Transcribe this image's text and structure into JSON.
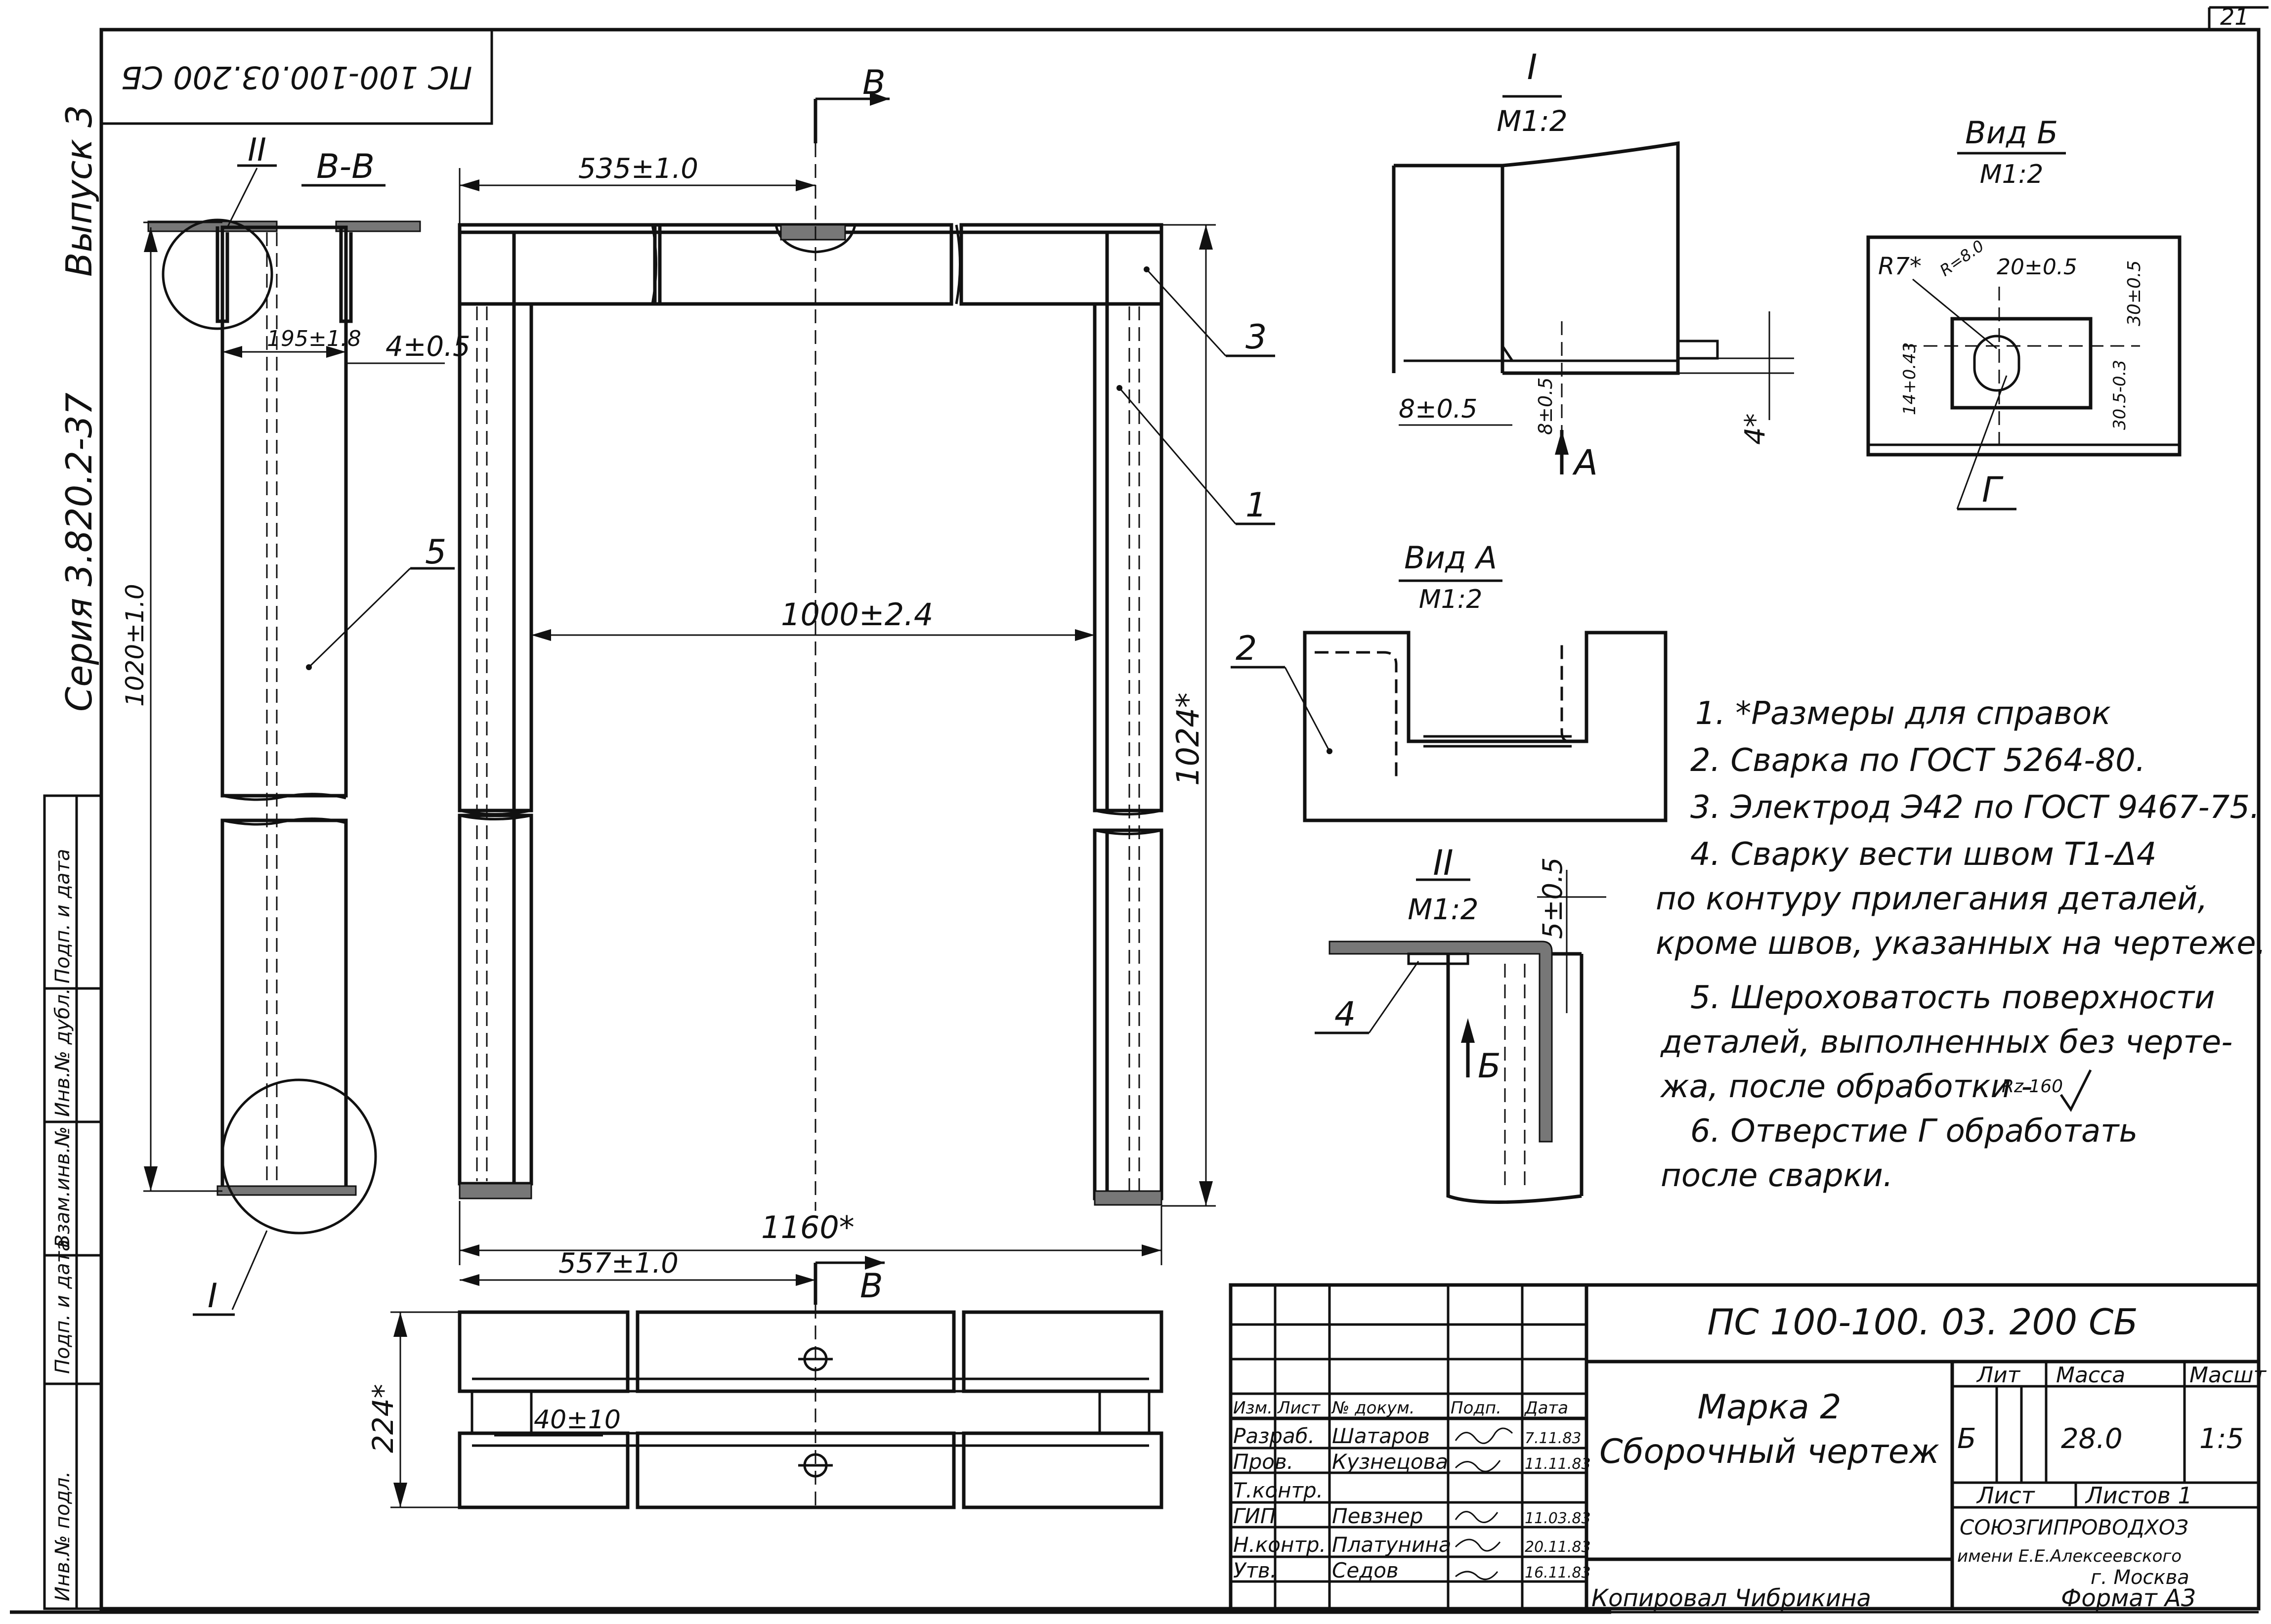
{
  "sheet": {
    "page_number": "21",
    "rotated_code": "ПС 100-100.03.200 СБ",
    "series": "Серия 3.820.2-37",
    "issue": "Выпуск 3",
    "left_strip": [
      "Инв.№ подл.",
      "Подп. и дата",
      "Взам.инв.№",
      "Инв.№ дубл.",
      "Подп. и дата"
    ]
  },
  "views": {
    "section_bb": "В-В",
    "section_mark_b": "В",
    "section_mark_b2": "В",
    "detail1_title": "I",
    "detail1_scale": "М1:2",
    "detail2_title": "II",
    "detail2_scale": "М1:2",
    "view_b_title": "Вид Б",
    "view_b_scale": "М1:2",
    "view_a_title": "Вид А",
    "view_a_scale": "М1:2",
    "callout_I": "I",
    "callout_II": "II",
    "arrow_a": "А",
    "arrow_b": "Б",
    "hole_g": "Г"
  },
  "dimensions": {
    "d535": "535±1.0",
    "d1000": "1000±2.4",
    "d1024": "1024*",
    "d1160": "1160*",
    "d557": "557±1.0",
    "d224": "224*",
    "d40": "40±10",
    "d1020": "1020±1.0",
    "d195": "195±1.8",
    "d4": "4±0.5",
    "d8": "8±0.5",
    "d8b": "8±0.5",
    "d4star": "4*",
    "d5": "5±0.5",
    "r7": "R7*",
    "r8": "R=8.0",
    "d20": "20±0.5",
    "d30": "30±0.5",
    "d14": "14+0.43",
    "d30b": "30.5-0.3",
    "rz": "Rz 160"
  },
  "parts": [
    "1",
    "2",
    "3",
    "4",
    "5"
  ],
  "notes": [
    "1. *Размеры для справок",
    "2. Сварка по ГОСТ 5264-80.",
    "3. Электрод Э42 по ГОСТ 9467-75.",
    "4. Сварку вести швом Т1-Δ4",
    "по контуру прилегания деталей,",
    "кроме швов, указанных на чертеже.",
    "5. Шероховатость поверхности",
    "деталей, выполненных без черте-",
    "жа, после обработки -",
    "6. Отверстие Г обработать",
    "после сварки."
  ],
  "title_block": {
    "document_code": "ПС 100-100. 03. 200 СБ",
    "name_line1": "Марка 2",
    "name_line2": "Сборочный чертеж",
    "col_headers": [
      "Изм.",
      "Лист",
      "№ докум.",
      "Подп.",
      "Дата"
    ],
    "roles": [
      "Разраб.",
      "Пров.",
      "Т.контр.",
      "ГИП",
      "Н.контр.",
      "Утв."
    ],
    "names": [
      "Шатаров",
      "Кузнецова",
      "",
      "Певзнер",
      "Платунина",
      "Седов"
    ],
    "dates": [
      "7.11.83",
      "11.11.83",
      "",
      "11.03.83",
      "20.11.83",
      "16.11.83"
    ],
    "lit_label": "Лит",
    "mass_label": "Масса",
    "scale_label": "Масшт",
    "lit_value": "Б",
    "mass_value": "28.0",
    "scale_value": "1:5",
    "sheet_label": "Лист",
    "sheets_label": "Листов 1",
    "org_line1": "СОЮЗГИПРОВОДХОЗ",
    "org_line2": "имени Е.Е.Алексеевского",
    "org_line3": "г. Москва",
    "copied": "Копировал  Чибрикина",
    "format": "Формат  А3"
  }
}
